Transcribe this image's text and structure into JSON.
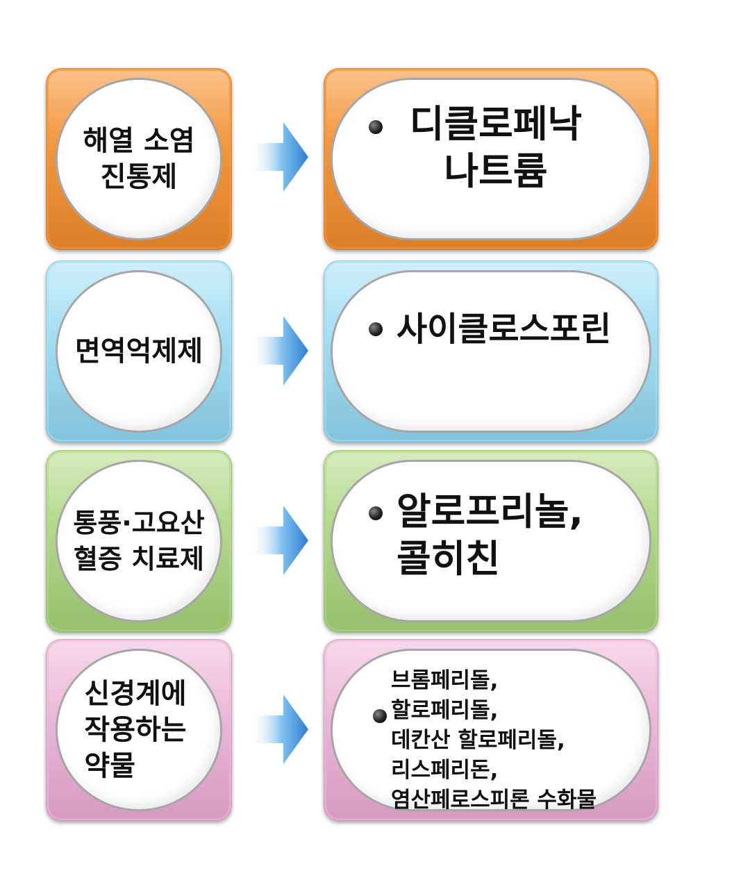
{
  "rows": [
    {
      "category": "해열 소염\n진통제",
      "drugs": "디클로페낙\n나트륨",
      "color": "#f29a3f"
    },
    {
      "category": "면역억제제",
      "drugs": "사이클로스포린",
      "color": "#a6dcf2"
    },
    {
      "category": "통풍·고요산\n혈증 치료제",
      "drugs": "알로프리놀,\n콜히친",
      "color": "#b5da8a"
    },
    {
      "category": "신경계에\n작용하는\n약물",
      "drugs": "브롬페리돌,\n할로페리돌,\n데칸산 할로페리돌,\n리스페리돈,\n염산페로스피론 수화물",
      "color": "#ecb8d8"
    }
  ],
  "arrow_color": "#3a8fd9"
}
